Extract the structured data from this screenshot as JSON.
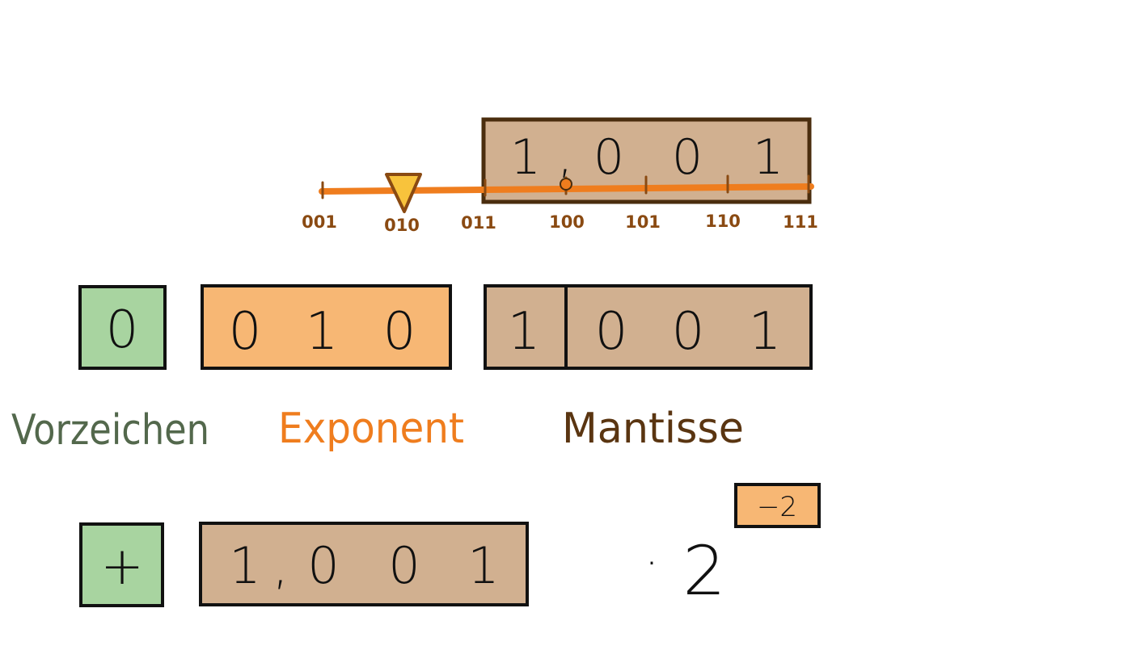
{
  "colors": {
    "sign": "#a8d4a0",
    "exponent": "#f7b774",
    "mantissa": "#d1b090",
    "outline": "#111111",
    "mantissa_outline": "#4a2d0e",
    "axis": "#ef7d1e",
    "tick_label": "#8a4a12",
    "pointer": "#f8c33c",
    "label_sign": "#53684c",
    "label_exponent": "#ef7d1e",
    "label_mantissa": "#5a3511"
  },
  "number_line": {
    "ticks": [
      "001",
      "010",
      "011",
      "100",
      "101",
      "110",
      "111"
    ],
    "pointer_at": "010",
    "window": {
      "digits": [
        "1",
        ",",
        "0",
        "0",
        "1"
      ]
    }
  },
  "bits": {
    "sign": [
      "0"
    ],
    "exponent": [
      "0",
      "1",
      "0"
    ],
    "mantissa_hidden": [
      "1"
    ],
    "mantissa": [
      "0",
      "0",
      "1"
    ]
  },
  "labels": {
    "sign": "Vorzeichen",
    "exponent": "Exponent",
    "mantissa": "Mantisse"
  },
  "formula": {
    "sign": "+",
    "mantissa": [
      "1",
      ",",
      "0",
      "0",
      "1"
    ],
    "dot": "·",
    "base": "2",
    "exponent": "−2"
  }
}
